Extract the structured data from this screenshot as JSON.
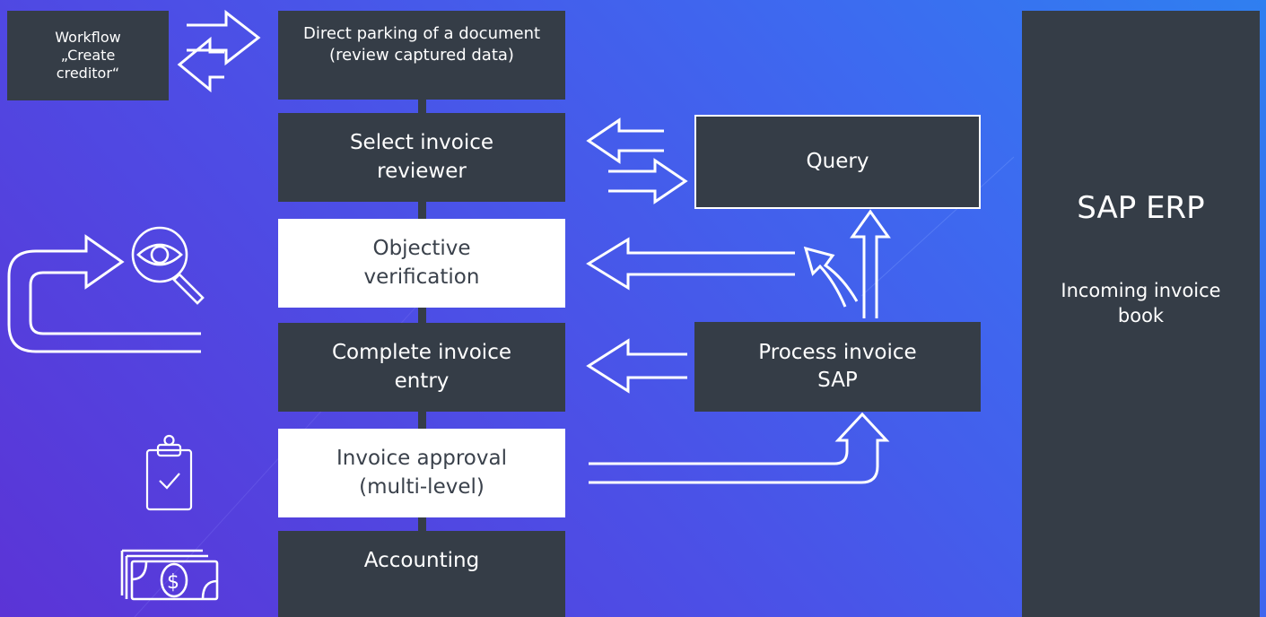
{
  "workflow_box": {
    "label": "Workflow\n„Create\ncreditor“"
  },
  "steps": [
    {
      "label": "Direct parking of a document\n(review captured data)"
    },
    {
      "label": "Select invoice\nreviewer"
    },
    {
      "label": "Objective\nverification"
    },
    {
      "label": "Complete invoice\nentry"
    },
    {
      "label": "Invoice approval\n(multi-level)"
    },
    {
      "label": "Accounting"
    }
  ],
  "query_box": {
    "label": "Query"
  },
  "process_box": {
    "label": "Process invoice\nSAP"
  },
  "sap_panel": {
    "title": "SAP ERP",
    "subtitle": "Incoming invoice\nbook"
  },
  "icons": {
    "exchange": "exchange-arrows-icon",
    "inspect": "magnifier-eye-icon",
    "loop": "return-arrow-icon",
    "clipboard": "clipboard-check-icon",
    "money": "money-bills-icon"
  },
  "colors": {
    "dark_box": "#353d47",
    "light_box": "#ffffff",
    "background_start": "#5b34d6",
    "background_end": "#2f7ff0"
  }
}
